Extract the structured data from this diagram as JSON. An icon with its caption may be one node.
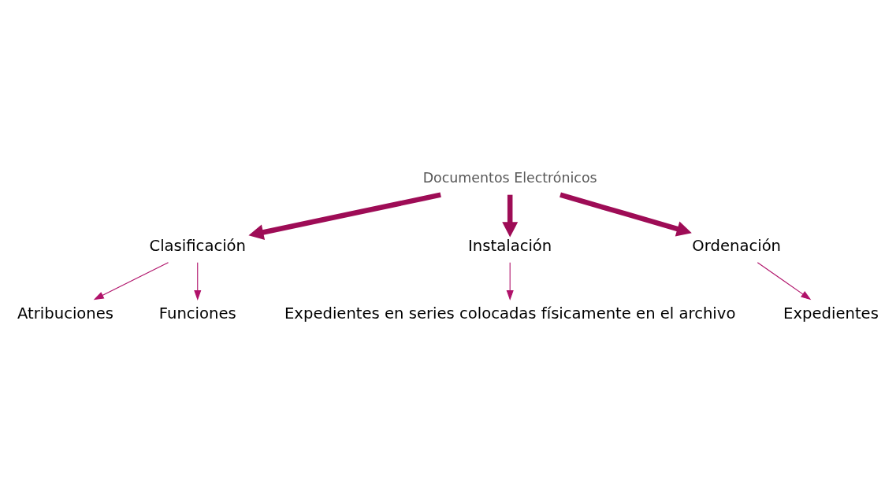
{
  "diagram": {
    "nodes": [
      {
        "text": [
          "Documentos Electrónicos"
        ]
      },
      {
        "text": [
          "Clasificación"
        ]
      },
      {
        "text": [
          "Instalación"
        ]
      },
      {
        "text": [
          "Ordenación"
        ]
      },
      {
        "text": [
          "Atribuciones"
        ]
      },
      {
        "text": [
          "Funciones"
        ]
      },
      {
        "text": [
          "Expedientes"
        ]
      },
      {
        "text": [
          "Expedientes en series colocadas físicamente en el archivo"
        ]
      }
    ],
    "edges": [
      {
        "from": 0,
        "to": 1,
        "arrow": "to",
        "style": "thick"
      },
      {
        "from": 0,
        "to": 2,
        "arrow": "to",
        "style": "thick"
      },
      {
        "from": 0,
        "to": 3,
        "arrow": "to",
        "style": "thick"
      },
      {
        "from": 1,
        "to": 4,
        "arrow": "to"
      },
      {
        "from": 1,
        "to": 5,
        "arrow": "to"
      },
      {
        "from": 3,
        "to": 6,
        "arrow": "to"
      },
      {
        "from": 2,
        "to": 7,
        "arrow": "to"
      }
    ]
  }
}
